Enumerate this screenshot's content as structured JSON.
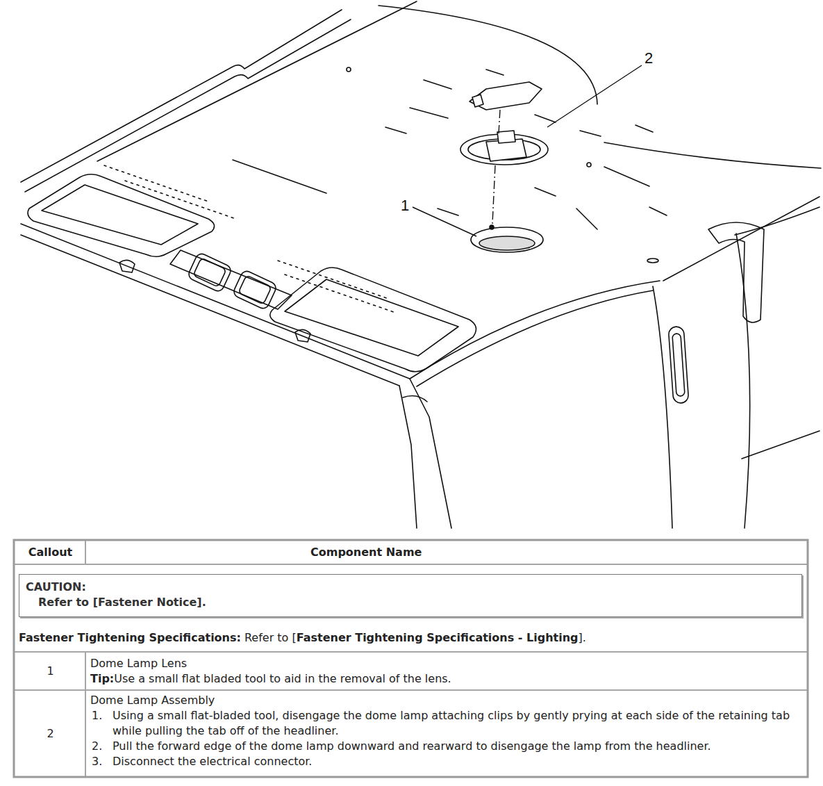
{
  "diagram": {
    "nodes": [
      {
        "text": [
          "CAUTION:",
          "Refer to [Fastener Notice]."
        ]
      }
    ],
    "labels": [
      "2",
      "1",
      "Callout",
      "Component Name",
      "Fastener Tightening Specifications:",
      "Refer to [",
      "Fastener Tightening Specifications - Lighting",
      "].",
      "1",
      "Dome Lamp Lens",
      "Tip:",
      "Use a small flat bladed tool to aid in the removal of the lens.",
      "2",
      "Dome Lamp Assembly",
      "1.",
      "Using a small flat-bladed tool, disengage the dome lamp attaching clips by gently prying at each side of the retaining tab while pulling the tab off of the headliner.",
      "2.",
      "Pull the forward edge of the dome lamp downward and rearward to disengage the lamp from the headliner.",
      "3.",
      "Disconnect the electrical connector."
    ]
  }
}
